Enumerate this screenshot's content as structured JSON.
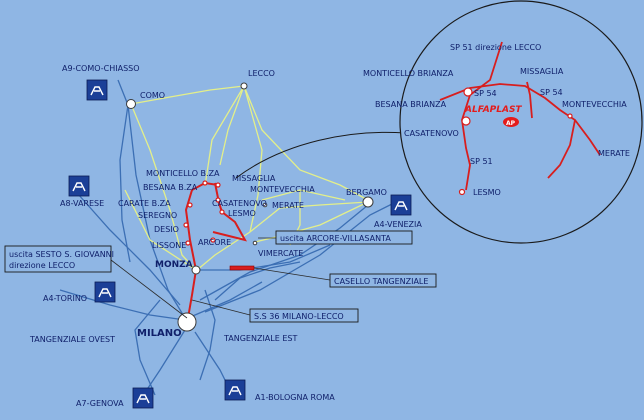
{
  "colors": {
    "background": "#8fb6e4",
    "road_blue": "#3c6fb4",
    "road_yellow": "#e3ef8a",
    "road_red": "#d81e1e",
    "text": "#10206a",
    "shield": "#1b3f97"
  },
  "cities": {
    "lecco": "LECCO",
    "como": "COMO",
    "bergamo": "BERGAMO",
    "monticello": "MONTICELLO B.ZA",
    "missaglia": "MISSAGLIA",
    "besana": "BESANA B.ZA",
    "montevecchia": "MONTEVECCHIA",
    "carate": "CARATE B.ZA",
    "casatenovo": "CASATENOVO",
    "seregno": "SEREGNO",
    "lesmo": "LESMO",
    "merate": "MERATE",
    "desio": "DESIO",
    "lissone": "LISSONE",
    "arcore": "ARCORE",
    "vimercate": "VIMERCATE",
    "monza": "MONZA",
    "milano": "MILANO"
  },
  "highways": {
    "a9": "A9-COMO-CHIASSO",
    "a8": "A8-VARESE",
    "a4_venezia": "A4-VENEZIA",
    "a4_torino": "A4-TORINO",
    "tangenziale_ovest": "TANGENZIALE OVEST",
    "tangenziale_est": "TANGENZIALE EST",
    "a7": "A7-GENOVA",
    "a1": "A1-BOLOGNA ROMA"
  },
  "callouts": {
    "sesto_line1": "uscita SESTO S. GIOVANNI",
    "sesto_line2": "direzione LECCO",
    "arcore_exit": "uscita ARCORE-VILLASANTA",
    "casello": "CASELLO TANGENZIALE",
    "ss36": "S.S 36 MILANO-LECCO"
  },
  "inset": {
    "sp51_lecco": "SP 51 direzione LECCO",
    "monticello": "MONTICELLO BRIANZA",
    "missaglia": "MISSAGLIA",
    "sp54_left": "SP 54",
    "sp54_right": "SP 54",
    "besana": "BESANA BRIANZA",
    "montevecchia": "MONTEVECCHIA",
    "casatenovo": "CASATENOVO",
    "merate": "MERATE",
    "sp51": "SP 51",
    "lesmo": "LESMO",
    "brand": "ALFAPLAST",
    "brand_badge": "AP"
  },
  "icons": [
    "highway-shield-icon",
    "city-marker-icon"
  ]
}
